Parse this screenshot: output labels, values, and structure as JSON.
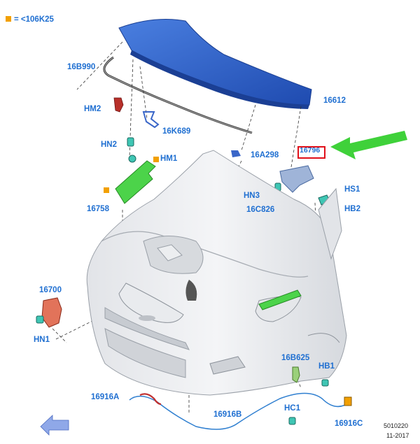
{
  "legend": {
    "text": "= <106K25",
    "color": "#f2a000"
  },
  "colors": {
    "label": "#1f6fd1",
    "hood": "#2d5fc4",
    "highlight": "#e0101a",
    "arrow": "#3fd13a",
    "greenPart": "#4cd34a"
  },
  "labels": {
    "p16612": "16612",
    "p16B990": "16B990",
    "pHM2": "HM2",
    "p16K689": "16K689",
    "pHN2": "HN2",
    "pHM1": "HM1",
    "p16A298": "16A298",
    "p16796": "16796",
    "pHN3": "HN3",
    "pHS1": "HS1",
    "pHB2": "HB2",
    "p16C826": "16C826",
    "p16758": "16758",
    "p16700": "16700",
    "pHN1": "HN1",
    "p16B625": "16B625",
    "pHB1": "HB1",
    "p16916A": "16916A",
    "p16916B": "16916B",
    "pHC1": "HC1",
    "p16916C": "16916C"
  },
  "footer": {
    "code": "5010220",
    "date": "11-2017"
  },
  "icons": [
    "navigation-arrow-icon",
    "callout-arrow-icon"
  ]
}
